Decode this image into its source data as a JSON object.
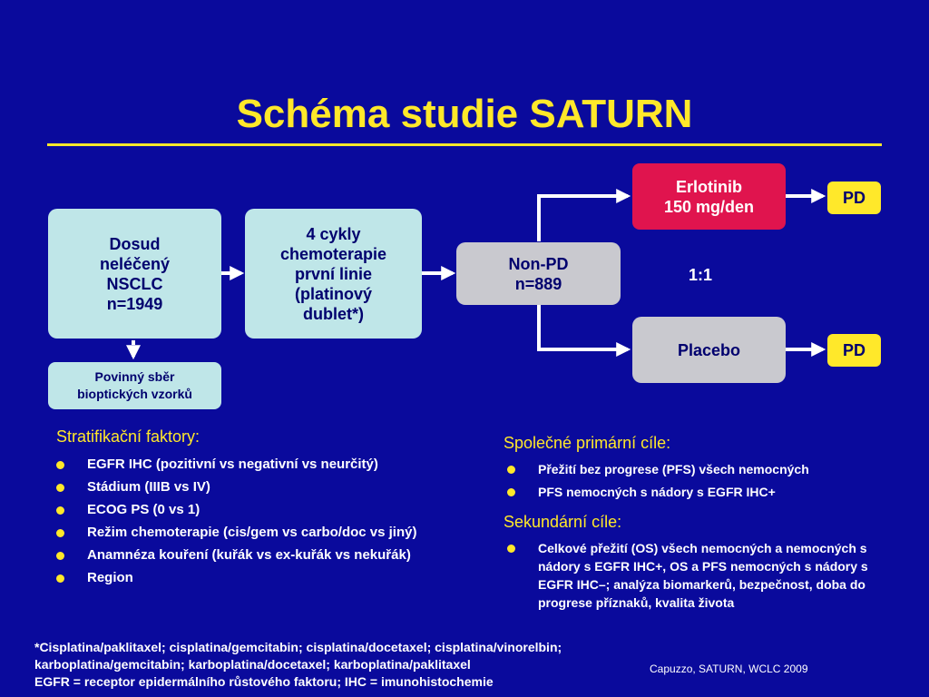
{
  "title": "Schéma studie SATURN",
  "boxes": {
    "patients": "Dosud\nneléčený\nNSCLC\nn=1949",
    "chemo": "4 cykly\nchemoterapie\nprvní linie\n(platinový\ndublet*)",
    "nonpd": "Non-PD\nn=889",
    "erlotinib": "Erlotinib\n150 mg/den",
    "placebo": "Placebo",
    "pd_top": "PD",
    "pd_bottom": "PD",
    "ratio": "1:1",
    "biopsy": "Povinný sběr\nbioptických vzorků"
  },
  "stratification": {
    "heading": "Stratifikační faktory:",
    "items": [
      "EGFR IHC (pozitivní vs negativní vs neurčitý)",
      "Stádium (IIIB vs IV)",
      "ECOG PS (0 vs 1)",
      "Režim chemoterapie (cis/gem vs carbo/doc vs jiný)",
      "Anamnéza kouření (kuřák  vs ex-kuřák vs nekuřák)",
      "Region"
    ]
  },
  "primary": {
    "heading": "Společné primární cíle:",
    "items": [
      "Přežití bez progrese (PFS) všech nemocných",
      "PFS nemocných s nádory s EGFR IHC+"
    ]
  },
  "secondary": {
    "heading": "Sekundární cíle:",
    "items": [
      "Celkové přežití (OS) všech nemocných a nemocných s nádory s EGFR IHC+, OS a PFS nemocných s nádory s EGFR IHC–; analýza biomarkerů, bezpečnost, doba do progrese příznaků, kvalita života"
    ]
  },
  "footnote": "*Cisplatina/paklitaxel; cisplatina/gemcitabin; cisplatina/docetaxel; cisplatina/vinorelbin;\nkarboplatina/gemcitabin; karboplatina/docetaxel; karboplatina/paklitaxel\nEGFR = receptor epidermálního růstového faktoru; IHC = imunohistochemie",
  "citation": "Capuzzo, SATURN, WCLC 2009",
  "colors": {
    "background": "#0a0a9c",
    "title": "#ffe82a",
    "teal_box": "#bfe6e8",
    "grey_box": "#c9c9cf",
    "erlotinib_box": "#e0144e",
    "pd_box": "#ffe82a"
  }
}
